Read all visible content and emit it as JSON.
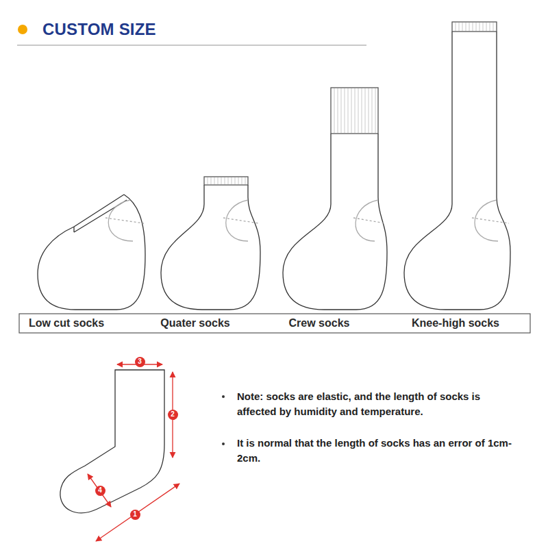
{
  "diagram": {
    "title": "CUSTOM SIZE",
    "nodes": [
      {
        "text": [
          "3"
        ]
      },
      {
        "text": [
          "2"
        ]
      },
      {
        "text": [
          "4"
        ]
      },
      {
        "text": [
          "1"
        ]
      }
    ],
    "labels": [
      "Low cut socks",
      "Quater socks",
      "Crew socks",
      "Knee-high socks",
      "Note: socks are elastic, and the length of socks is affected by humidity and temperature.",
      "It is normal that the length of socks has an error of 1cm-2cm."
    ]
  }
}
